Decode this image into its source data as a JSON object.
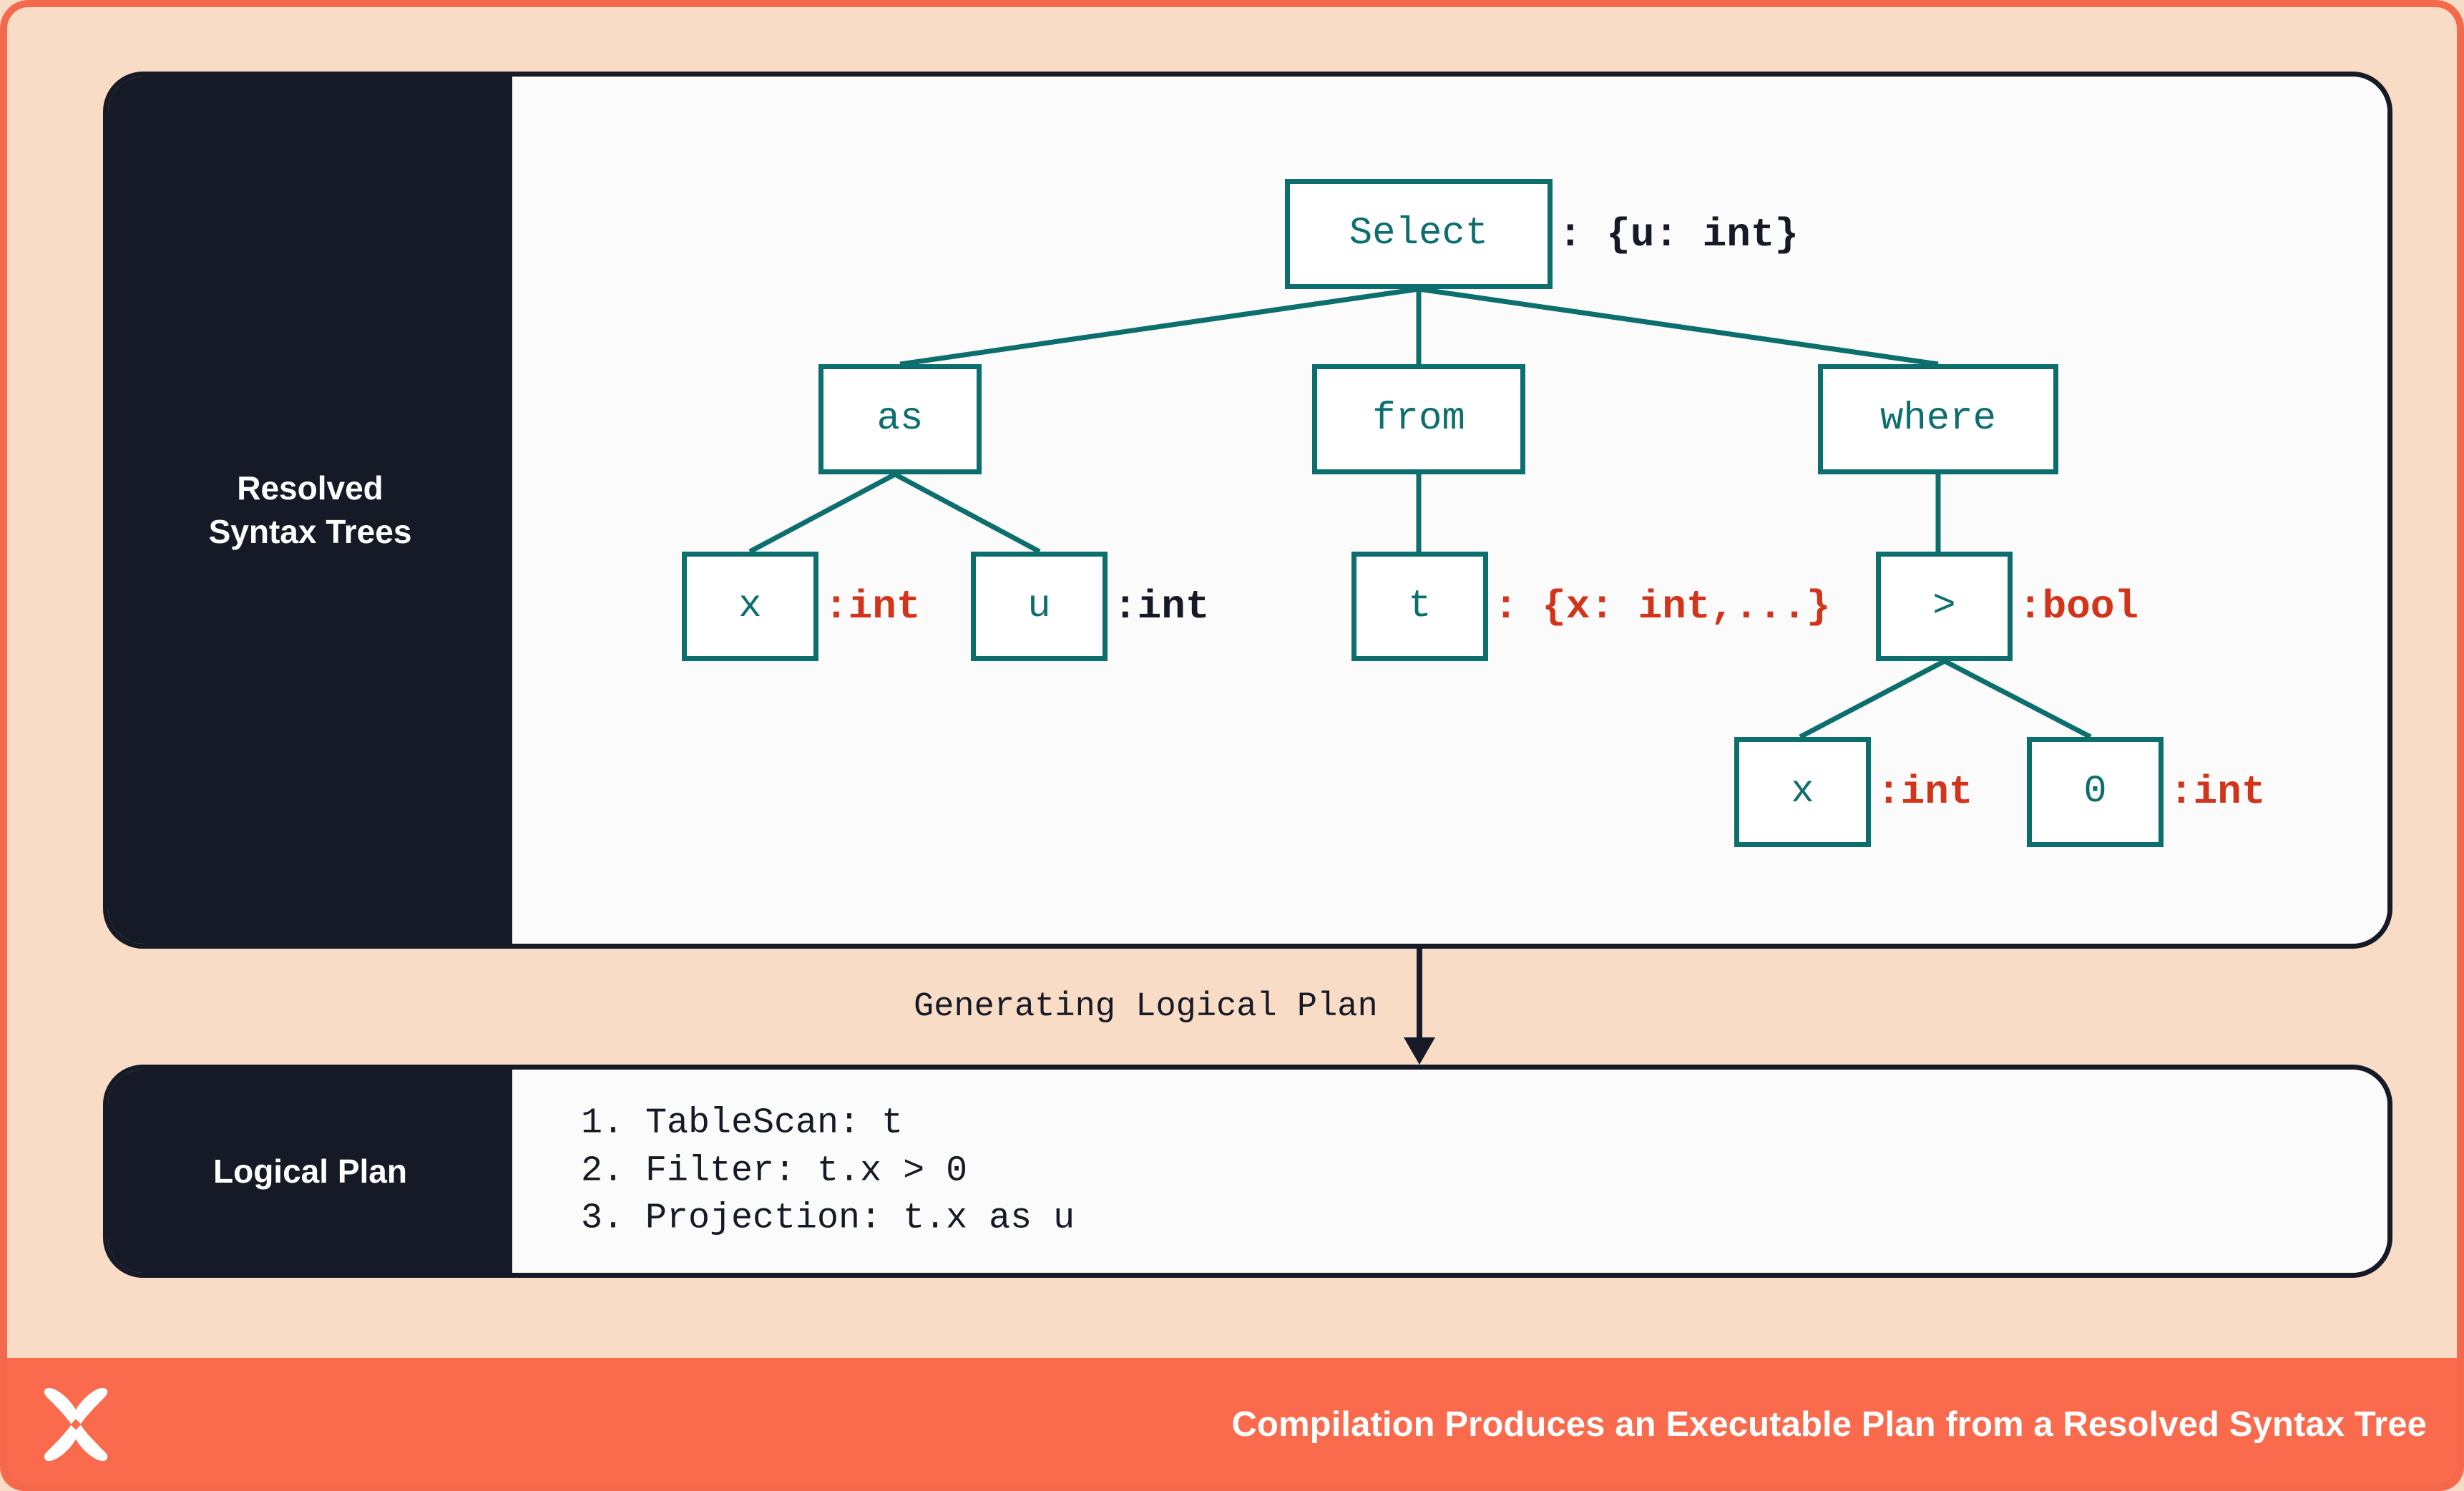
{
  "colors": {
    "background": "#F9DCC6",
    "frame_border": "#F4694C",
    "panel_dark": "#151A26",
    "panel_body": "#FBFBFB",
    "node_teal": "#0D6E6E",
    "annotation_red": "#D2341A",
    "annotation_dark": "#151A26",
    "footer_bar": "#FA6A4C",
    "footer_text": "#FFFFFF"
  },
  "panels": {
    "syntax": {
      "side_label_line1": "Resolved",
      "side_label_line2": "Syntax Trees"
    },
    "plan": {
      "side_label": "Logical Plan",
      "steps": [
        "1. TableScan: t",
        "2. Filter: t.x > 0",
        "3. Projection: t.x as u"
      ]
    }
  },
  "tree": {
    "nodes": {
      "select": "Select",
      "as": "as",
      "from": "from",
      "where": "where",
      "as_x": "x",
      "as_u": "u",
      "from_t": "t",
      "gt": ">",
      "gt_x": "x",
      "gt_zero": "0"
    },
    "annotations": {
      "select": ": {u: int}",
      "as_x": ":int",
      "as_u": ":int",
      "from_t": ": {x: int,...}",
      "gt": ":bool",
      "gt_x": ":int",
      "gt_zero": ":int"
    }
  },
  "connector": {
    "label": "Generating Logical Plan"
  },
  "footer": {
    "logo_name": "x-mark-logo",
    "caption": "Compilation Produces an Executable Plan from a Resolved Syntax Tree"
  }
}
